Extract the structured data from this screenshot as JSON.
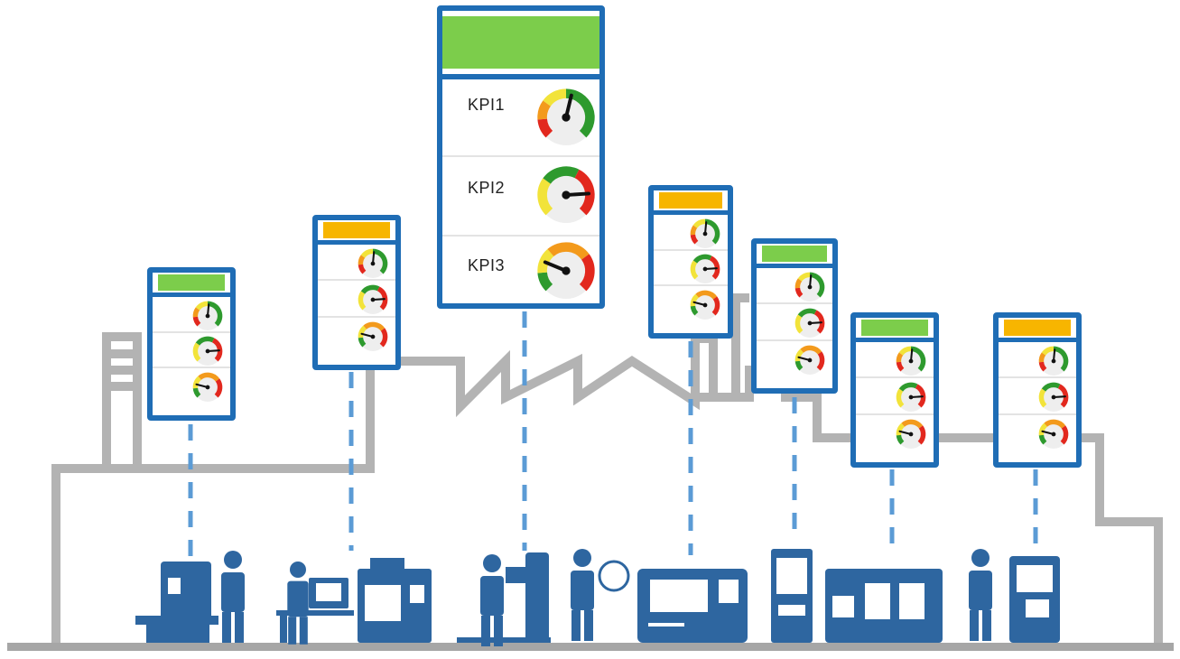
{
  "colors": {
    "card_border": "#1f6db5",
    "status_good": "#7ccd4b",
    "status_warn": "#f7b500",
    "connector": "#5b9bd5",
    "factory_outline": "#b3b3b3",
    "machine_blue": "#2e66a0",
    "gauge_green": "#2e9a2e",
    "gauge_yellow": "#f2e33a",
    "gauge_orange": "#f39a1c",
    "gauge_red": "#e2281e"
  },
  "main_card": {
    "status": "good",
    "kpis": [
      {
        "label": "KPI1",
        "gauge": "gauge-icon"
      },
      {
        "label": "KPI2",
        "gauge": "gauge-icon"
      },
      {
        "label": "KPI3",
        "gauge": "gauge-icon"
      }
    ]
  },
  "machine_cards": [
    {
      "id": "card-1",
      "status": "good"
    },
    {
      "id": "card-2",
      "status": "warn"
    },
    {
      "id": "card-4",
      "status": "warn"
    },
    {
      "id": "card-5",
      "status": "good"
    },
    {
      "id": "card-6",
      "status": "good"
    },
    {
      "id": "card-7",
      "status": "warn"
    }
  ],
  "stations": [
    {
      "name": "worker-at-milling-machine-icon"
    },
    {
      "name": "operator-at-computer-icon"
    },
    {
      "name": "cnc-machine-icon"
    },
    {
      "name": "worker-at-drill-press-icon"
    },
    {
      "name": "worker-holding-part-icon"
    },
    {
      "name": "cnc-lathe-icon"
    },
    {
      "name": "3d-printer-icon"
    },
    {
      "name": "machining-center-icon"
    },
    {
      "name": "technician-at-control-panel-icon"
    }
  ]
}
